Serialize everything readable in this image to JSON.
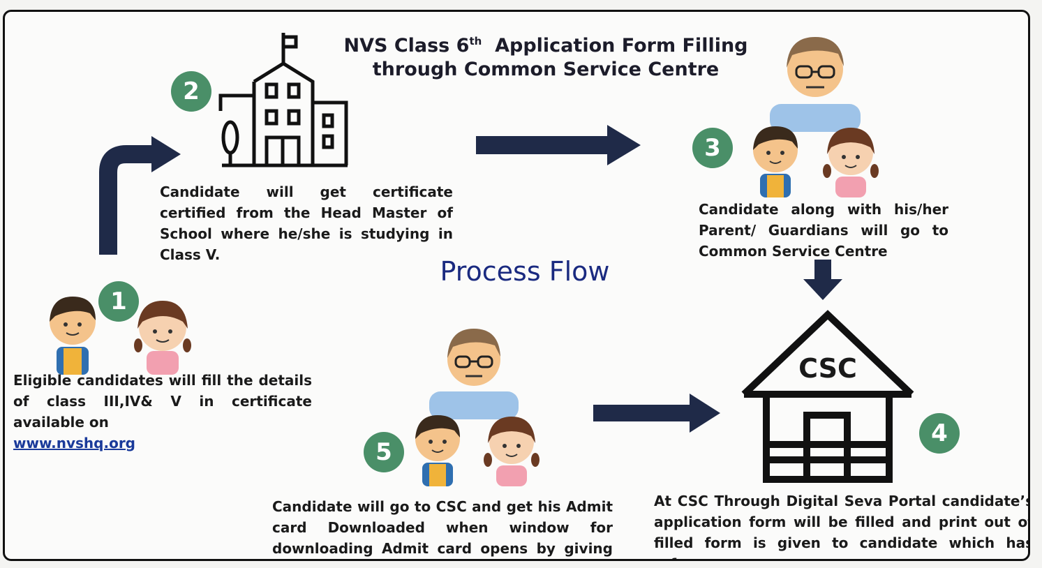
{
  "title": {
    "line1_prefix": "NVS Class 6",
    "line1_sup": "th",
    "line1_suffix": "Application Form Filling",
    "line2": "through Common Service Centre"
  },
  "center_label": "Process Flow",
  "steps": [
    {
      "number": "1",
      "text": "Eligible candidates will fill the details of class III,IV& V in certificate available on",
      "link": "www.nvshq.org"
    },
    {
      "number": "2",
      "text": "Candidate will get certificate certified from the Head Master of School where he/she is studying in Class V."
    },
    {
      "number": "3",
      "text": "Candidate along with his/her Parent/ Guardians will go to Common Service Centre"
    },
    {
      "number": "4",
      "text": "At CSC Through Digital Seva Portal candidate’s application form will be filled and print out of filled form is given to candidate which has reference no.",
      "building_label": "CSC"
    },
    {
      "number": "5",
      "text": "Candidate will go to CSC and get his Admit card Downloaded when window for downloading Admit card opens by giving  Reference no"
    }
  ],
  "colors": {
    "badge": "#4a8f68",
    "arrow": "#1f2a48",
    "title_blue": "#1a2a80",
    "text": "#1a1a1a"
  },
  "icons": [
    "children-icon",
    "school-building-icon",
    "parent-with-children-icon",
    "csc-building-icon",
    "arrow-icon"
  ]
}
